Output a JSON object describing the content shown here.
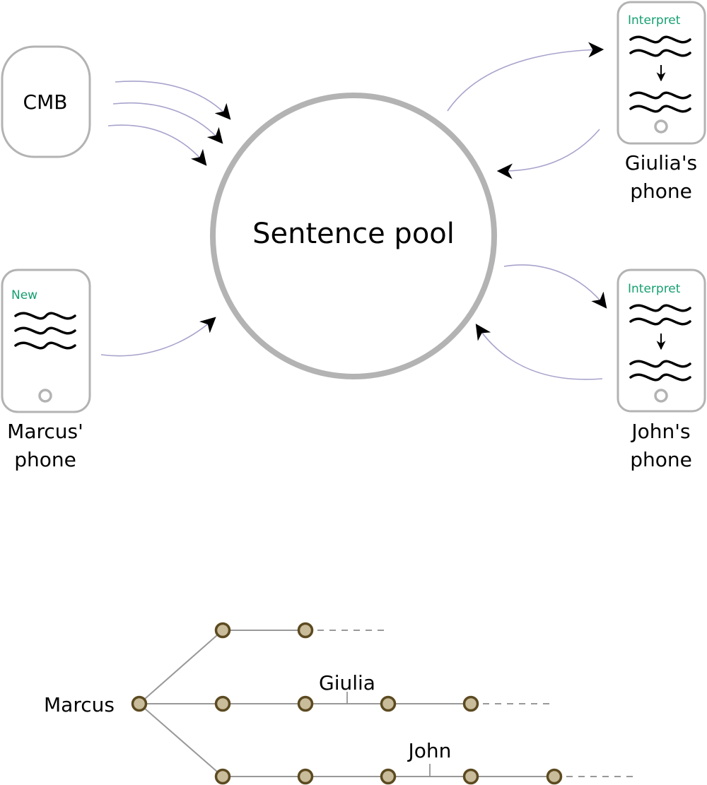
{
  "pool": {
    "label": "Sentence pool"
  },
  "cmb": {
    "label": "CMB"
  },
  "marcus_phone": {
    "badge": "New",
    "caption_line1": "Marcus'",
    "caption_line2": "phone"
  },
  "giulia_phone": {
    "badge": "Interpret",
    "caption_line1": "Giulia's",
    "caption_line2": "phone"
  },
  "john_phone": {
    "badge": "Interpret",
    "caption_line1": "John's",
    "caption_line2": "phone"
  },
  "tree": {
    "root": "Marcus",
    "branch_labels": {
      "giulia": "Giulia",
      "john": "John"
    },
    "branches": [
      {
        "name": "top",
        "node_count": 2
      },
      {
        "name": "middle",
        "node_count": 4
      },
      {
        "name": "bottom",
        "node_count": 5
      }
    ]
  },
  "colors": {
    "frame": "#b3b3b3",
    "flow_arrow": "#a8a3cc",
    "badge_text": "#16a070",
    "node_fill": "#c8bc9a",
    "node_stroke": "#5c4a20",
    "tree_edge": "#999999"
  }
}
